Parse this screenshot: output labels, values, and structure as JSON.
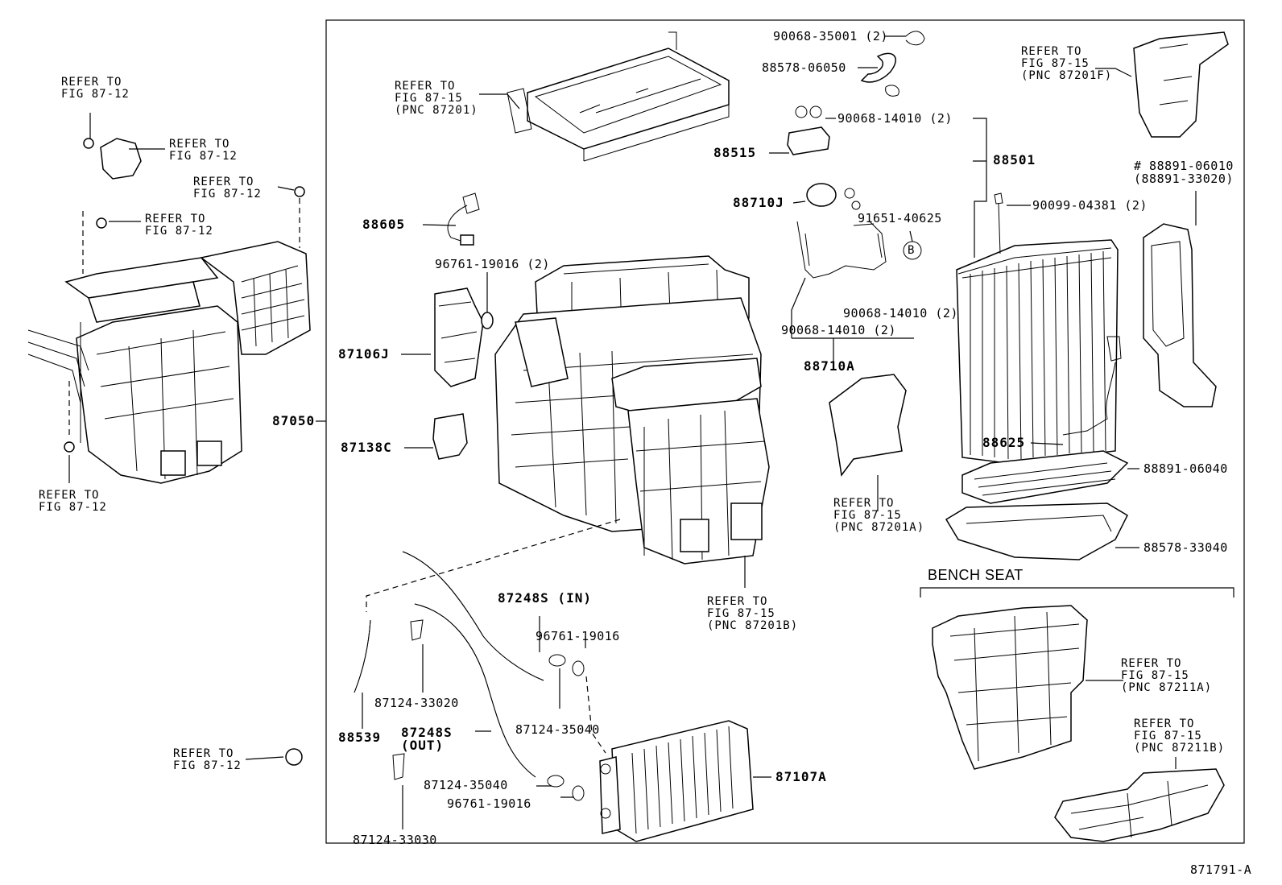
{
  "labels": {
    "refer_87_12_a": "REFER TO\nFIG 87-12",
    "refer_87_12_b": "REFER TO\nFIG 87-12",
    "refer_87_12_c": "REFER TO\nFIG 87-12",
    "refer_87_12_d": "REFER TO\nFIG 87-12",
    "refer_87_12_e": "REFER TO\nFIG 87-12",
    "refer_87_12_f": "REFER TO\nFIG 87-12",
    "p87050": "87050",
    "refer_87201": "REFER TO\nFIG 87-15\n(PNC 87201)",
    "p88605": "88605",
    "p96761_19016_2": "96761-19016 (2)",
    "p87106j": "87106J",
    "p87138c": "87138C",
    "p90068_35001": "90068-35001 (2)",
    "p88578_06050": "88578-06050",
    "p90068_14010_top": "90068-14010 (2)",
    "p88515": "88515",
    "p88501": "88501",
    "p88710j": "88710J",
    "p91651": "91651-40625",
    "circle_b": "B",
    "p90068_14010_mid_r": "90068-14010 (2)",
    "p90068_14010_mid_l": "90068-14010 (2)",
    "p88710a": "88710A",
    "refer_87201a": "REFER TO\nFIG 87-15\n(PNC 87201A)",
    "refer_87201b": "REFER TO\nFIG 87-15\n(PNC 87201B)",
    "refer_87201f": "REFER TO\nFIG 87-15\n(PNC 87201F)",
    "p88891_06010": "# 88891-06010\n(88891-33020)",
    "p90099": "90099-04381 (2)",
    "p88625": "88625",
    "p88891_06040": "88891-06040",
    "p88578_33040": "88578-33040",
    "bench_seat": "BENCH SEAT",
    "refer_87211a": "REFER TO\nFIG 87-15\n(PNC 87211A)",
    "refer_87211b": "REFER TO\nFIG 87-15\n(PNC 87211B)",
    "p87248s_in": "87248S (IN)",
    "p96761_19016": "96761-19016",
    "p87124_33020": "87124-33020",
    "p87124_35040_a": "87124-35040",
    "p87248s_out": "87248S\n(OUT)",
    "p87124_35040_b": "87124-35040",
    "p96761_19016_b": "96761-19016",
    "p87124_33030": "87124-33030",
    "p88539": "88539",
    "p87107a": "87107A",
    "figure_id": "871791-A"
  }
}
